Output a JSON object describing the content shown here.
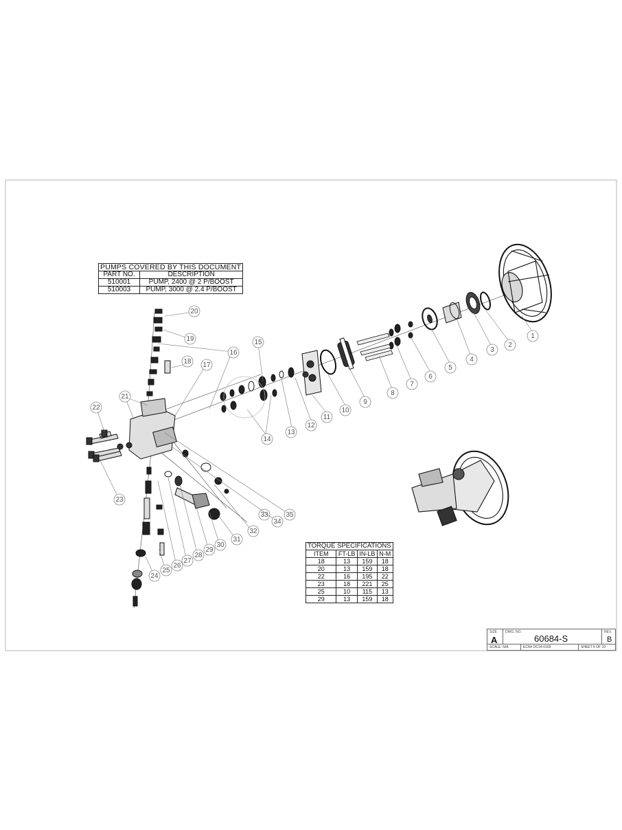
{
  "pumps_table": {
    "title": "PUMPS COVERED BY THIS DOCUMENT",
    "headers": [
      "PART NO.",
      "DESCRIPTION"
    ],
    "rows": [
      [
        "510001",
        "PUMP, 2400 @ 2 P/BOOST"
      ],
      [
        "510003",
        "PUMP, 3000 @ 2.4 P/BOOST"
      ]
    ]
  },
  "torque_table": {
    "title": "TORQUE SPECIFICATIONS",
    "headers": [
      "ITEM",
      "FT-LB",
      "IN-LB",
      "N-M"
    ],
    "rows": [
      [
        "18",
        "13",
        "159",
        "18"
      ],
      [
        "20",
        "13",
        "159",
        "18"
      ],
      [
        "22",
        "16",
        "195",
        "22"
      ],
      [
        "23",
        "18",
        "221",
        "25"
      ],
      [
        "25",
        "10",
        "115",
        "13"
      ],
      [
        "29",
        "13",
        "159",
        "18"
      ]
    ]
  },
  "balloons": [
    "1",
    "2",
    "3",
    "4",
    "5",
    "6",
    "7",
    "8",
    "9",
    "10",
    "11",
    "12",
    "13",
    "14",
    "15",
    "16",
    "17",
    "18",
    "19",
    "20",
    "21",
    "22",
    "23",
    "24",
    "25",
    "26",
    "27",
    "28",
    "29",
    "30",
    "31",
    "32",
    "33",
    "34",
    "35"
  ],
  "title_block": {
    "size_label": "SIZE",
    "size": "A",
    "dwg_label": "DWG. NO.",
    "dwg_no": "60684-S",
    "rev_label": "REV.",
    "rev": "B",
    "scale": "SCALE: N/A",
    "ecn": "ECN# DC14-0109",
    "sheet": "SHEET 5 OF 10"
  }
}
